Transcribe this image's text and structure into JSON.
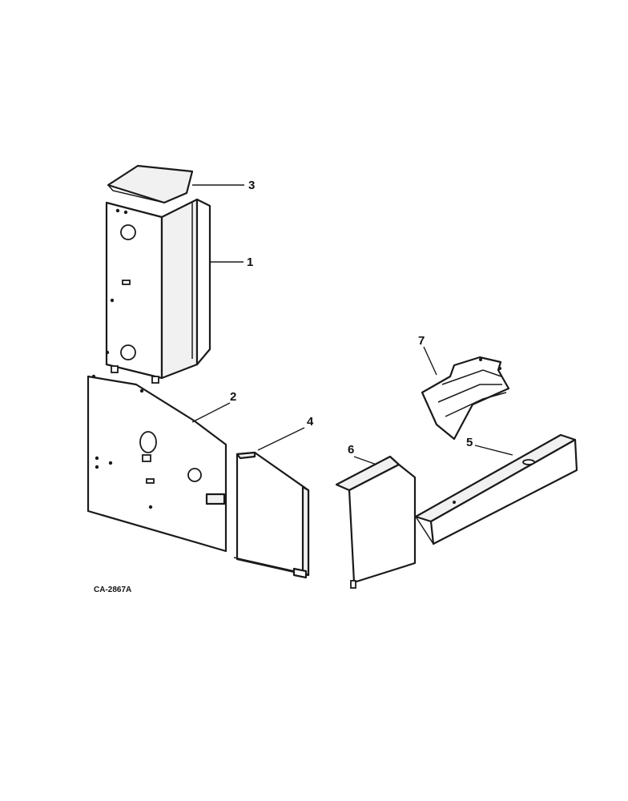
{
  "callouts": {
    "c1": "1",
    "c2": "2",
    "c3": "3",
    "c4": "4",
    "c5": "5",
    "c6": "6",
    "c7": "7"
  },
  "figure_code": "CA-2867A"
}
